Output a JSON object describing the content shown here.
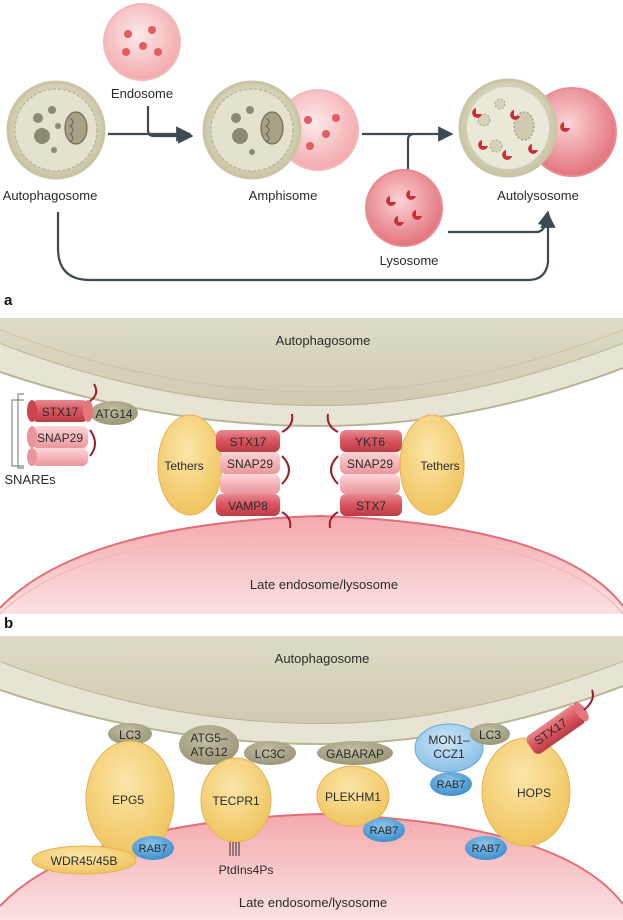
{
  "top": {
    "endosome": "Endosome",
    "autophagosome": "Autophagosome",
    "amphisome": "Amphisome",
    "autolysosome": "Autolysosome",
    "lysosome": "Lysosome"
  },
  "panel_a": {
    "letter": "a",
    "autophagosome": "Autophagosome",
    "late_endosome": "Late endosome/lysosome",
    "snares": "SNAREs",
    "left_stx17": "STX17",
    "left_atg14": "ATG14",
    "left_snap29": "SNAP29",
    "tethers_left": "Tethers",
    "tethers_right": "Tethers",
    "c1_stx17": "STX17",
    "c1_snap29": "SNAP29",
    "c1_vamp8": "VAMP8",
    "c2_ykt6": "YKT6",
    "c2_snap29": "SNAP29",
    "c2_stx7": "STX7"
  },
  "panel_b": {
    "letter": "b",
    "autophagosome": "Autophagosome",
    "late_endosome": "Late endosome/lysosome",
    "lc3_1": "LC3",
    "epg5": "EPG5",
    "wdr45": "WDR45/45B",
    "rab7_1": "RAB7",
    "atg5_l1": "ATG5–",
    "atg5_l2": "ATG12",
    "lc3c": "LC3C",
    "tecpr1": "TECPR1",
    "ptdins": "PtdIns4Ps",
    "gabarap": "GABARAP",
    "plekhm1": "PLEKHM1",
    "rab7_2": "RAB7",
    "mon1_l1": "MON1–",
    "mon1_l2": "CCZ1",
    "rab7_3": "RAB7",
    "lc3_2": "LC3",
    "stx17": "STX17",
    "hops": "HOPS",
    "rab7_4": "RAB7"
  }
}
